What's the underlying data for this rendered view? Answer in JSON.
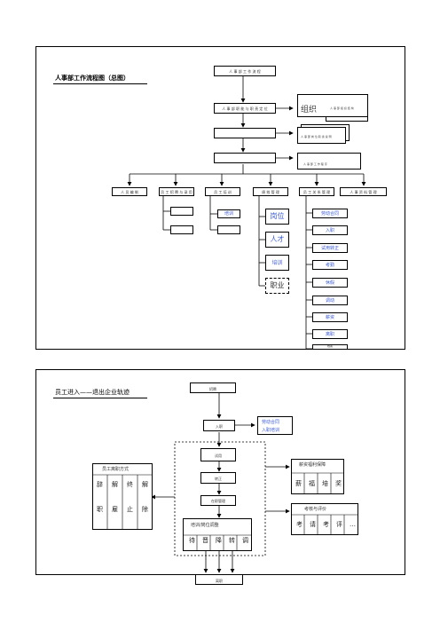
{
  "panel1": {
    "title": "人事部工作流程图（总图）",
    "top_box": "人 事 部 工 作 流 程",
    "box2": "人 事 部 职 能 与 职 责 定 位",
    "box3": "",
    "box4": "",
    "note_label": "组织",
    "note_small": "人 事 部 组 织 结 构",
    "note2": "人 事 部 岗 位 职 责 说 明",
    "note3": "人 事 部 工 作 程 序",
    "level2": [
      "人 员 编 制",
      "员 工 招 聘 与 录 用",
      "员 工 培 训",
      "绩 效 管 理",
      "员 工 关 系 管 理",
      "人 事 资 料 管 理"
    ],
    "sub_b": [
      "",
      ""
    ],
    "sub_c": [
      "培训",
      ""
    ],
    "sub_d": [
      "岗位",
      "人才",
      "培训",
      "职业"
    ],
    "sub_e": [
      "劳动合同",
      "入职",
      "试用转正",
      "考勤",
      "休假",
      "调动",
      "薪资",
      "离职",
      "档案"
    ]
  },
  "panel2": {
    "title": "员工进入——退出企业轨迹",
    "start": "招聘",
    "entry": "入职",
    "entry_note_1": "劳动合同",
    "entry_note_2": "入职培训",
    "trial": "试用",
    "regular": "转正",
    "mid": "在职管理",
    "change_title": "培训/岗位调整",
    "change_items": [
      "待",
      "晋",
      "降",
      "转",
      "调"
    ],
    "exit_title": "员工离职方式",
    "exit_items": [
      [
        "辞",
        "职"
      ],
      [
        "解",
        "雇"
      ],
      [
        "终",
        "止"
      ],
      [
        "解",
        "除"
      ]
    ],
    "benefit_title": "薪资福利保障",
    "benefit_items": [
      "薪",
      "福",
      "培",
      "奖"
    ],
    "eval_title": "考核与评价",
    "eval_items": [
      "考",
      "请",
      "考",
      "评",
      "…"
    ],
    "end": "离职"
  }
}
